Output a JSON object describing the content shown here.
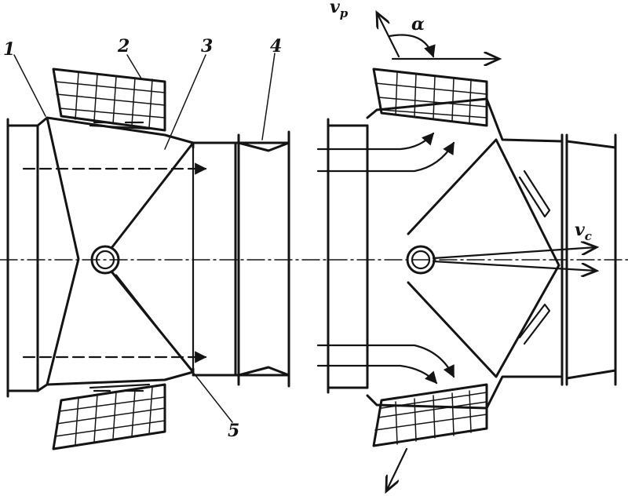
{
  "labels": {
    "one": "1",
    "two": "2",
    "three": "3",
    "four": "4",
    "five": "5"
  },
  "symbols": {
    "vp_main": "v",
    "vp_sub": "p",
    "alpha": "α",
    "vc_main": "v",
    "vc_sub": "c"
  },
  "colors": {
    "ink": "#141414",
    "paper": "#ffffff"
  }
}
